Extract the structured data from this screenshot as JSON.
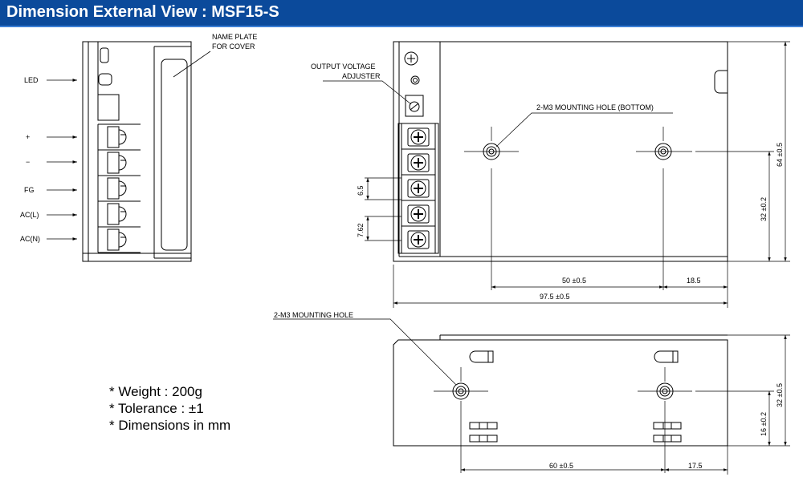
{
  "title": "Dimension External View : MSF15-S",
  "colors": {
    "header_bg": "#0b4a9b",
    "header_rule": "#3b7fd6",
    "line": "#000000"
  },
  "side_view": {
    "name_plate": [
      "NAME PLATE",
      "FOR COVER"
    ],
    "terminals": [
      "LED",
      "+",
      "−",
      "FG",
      "AC(L)",
      "AC(N)"
    ]
  },
  "top_view": {
    "adjuster": [
      "OUTPUT VOLTAGE",
      "ADJUSTER"
    ],
    "mounting_hole": "2-M3 MOUNTING HOLE (BOTTOM)",
    "dims": {
      "pitch1": "6.5",
      "pitch2": "7.62",
      "holes_x": "50 ±0.5",
      "edge_x": "18.5",
      "length": "97.5 ±0.5",
      "height": "64 ±0.5",
      "hole_y": "32 ±0.2"
    }
  },
  "front_view": {
    "mounting_hole": "2-M3 MOUNTING HOLE",
    "dims": {
      "holes_x": "60 ±0.5",
      "edge_x": "17.5",
      "height": "32 ±0.5",
      "hole_y": "16 ±0.2"
    }
  },
  "notes": [
    "* Weight : 200g",
    "* Tolerance : ±1",
    "* Dimensions in mm"
  ]
}
